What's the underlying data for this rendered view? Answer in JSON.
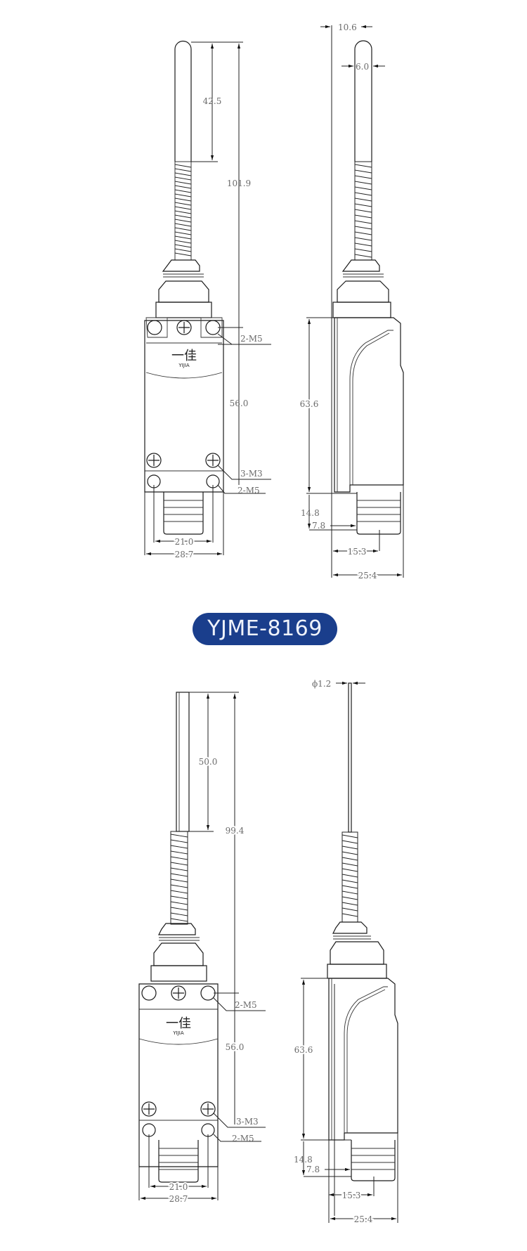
{
  "badge": {
    "label": "YJME-8169",
    "color": "#1a3e8c",
    "text_color": "#eef2fb"
  },
  "top_drawing": {
    "variant": "rounded spring rod lever",
    "front_view": {
      "rod_length": "42.5",
      "overall_height": "101.9",
      "body_hole_pitch": "56.0",
      "top_holes": "2-M5",
      "screws": "3-M3",
      "bottom_holes": "2-M5",
      "hole_spacing": "21.0",
      "body_width": "28.7"
    },
    "side_view": {
      "rod_cap_width": "10.6",
      "rod_diameter": "6.0",
      "body_height": "63.6",
      "base_height": "14.8",
      "base_offset": "7.8",
      "plunger_offset": "15.3",
      "body_depth": "25.4"
    }
  },
  "bottom_drawing": {
    "variant": "flat wire spring lever",
    "front_view": {
      "rod_length": "50.0",
      "overall_height": "99.4",
      "body_hole_pitch": "56.0",
      "top_holes": "2-M5",
      "screws": "3-M3",
      "bottom_holes": "2-M5",
      "hole_spacing": "21.0",
      "body_width": "28.7"
    },
    "side_view": {
      "wire_diameter": "ϕ1.2",
      "body_height": "63.6",
      "base_height": "14.8",
      "base_offset": "7.8",
      "plunger_offset": "15.3",
      "body_depth": "25.4"
    }
  },
  "logo": {
    "cn": "一佳",
    "en": "YIJIA"
  }
}
